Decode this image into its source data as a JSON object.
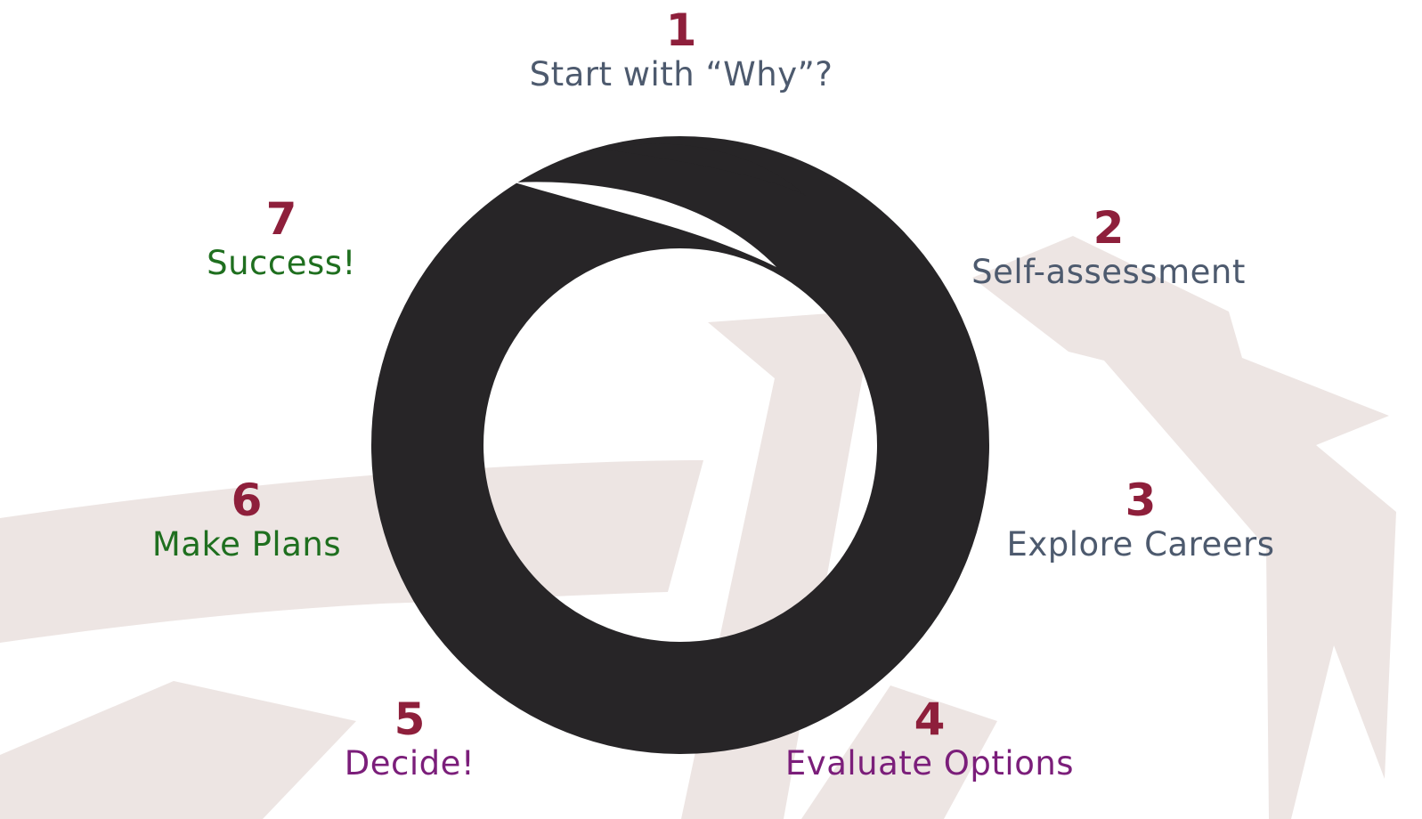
{
  "colors": {
    "number": "#8e1f3b",
    "ring": "#272527",
    "background_shape": "#ede5e3",
    "label_slate": "#4d5a6e",
    "label_green": "#1f6f1f",
    "label_purple": "#7b1e7a"
  },
  "center_graphic": "circular-swoosh-ring",
  "steps": [
    {
      "number": "1",
      "label": "Start with “Why”?",
      "label_color": "#4d5a6e"
    },
    {
      "number": "2",
      "label": "Self-assessment",
      "label_color": "#4d5a6e"
    },
    {
      "number": "3",
      "label": "Explore Careers",
      "label_color": "#4d5a6e"
    },
    {
      "number": "4",
      "label": "Evaluate Options",
      "label_color": "#7b1e7a"
    },
    {
      "number": "5",
      "label": "Decide!",
      "label_color": "#7b1e7a"
    },
    {
      "number": "6",
      "label": "Make Plans",
      "label_color": "#1f6f1f"
    },
    {
      "number": "7",
      "label": "Success!",
      "label_color": "#1f6f1f"
    }
  ]
}
